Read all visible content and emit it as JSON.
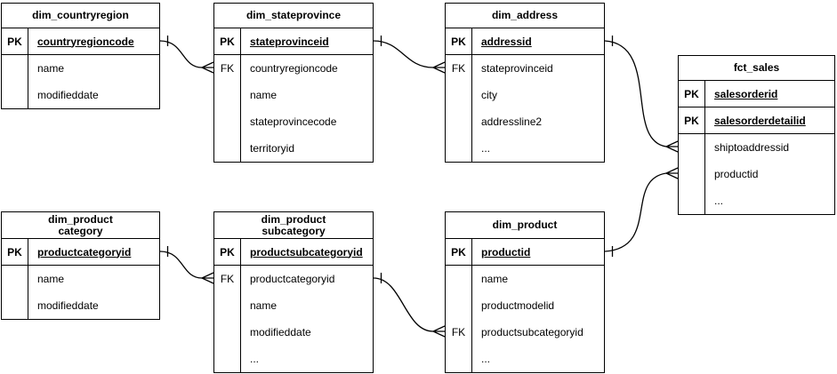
{
  "diagram": {
    "type": "entity-relationship",
    "notation": "crows-foot",
    "colors": {
      "background": "#ffffff",
      "stroke": "#000000",
      "text": "#000000"
    }
  },
  "tables": {
    "dim_countryregion": {
      "title": "dim_countryregion",
      "pk_rows": [
        {
          "key": "PK",
          "name": "countryregioncode"
        }
      ],
      "rows": [
        {
          "key": "",
          "name": "name"
        },
        {
          "key": "",
          "name": "modifieddate"
        }
      ]
    },
    "dim_stateprovince": {
      "title": "dim_stateprovince",
      "pk_rows": [
        {
          "key": "PK",
          "name": "stateprovinceid"
        }
      ],
      "rows": [
        {
          "key": "FK",
          "name": "countryregioncode"
        },
        {
          "key": "",
          "name": "name"
        },
        {
          "key": "",
          "name": "stateprovincecode"
        },
        {
          "key": "",
          "name": "territoryid"
        }
      ]
    },
    "dim_address": {
      "title": "dim_address",
      "pk_rows": [
        {
          "key": "PK",
          "name": "addressid"
        }
      ],
      "rows": [
        {
          "key": "FK",
          "name": "stateprovinceid"
        },
        {
          "key": "",
          "name": "city"
        },
        {
          "key": "",
          "name": "addressline2"
        },
        {
          "key": "",
          "name": "..."
        }
      ]
    },
    "fct_sales": {
      "title": "fct_sales",
      "pk_rows": [
        {
          "key": "PK",
          "name": "salesorderid"
        },
        {
          "key": "PK",
          "name": "salesorderdetailid"
        }
      ],
      "rows": [
        {
          "key": "",
          "name": "shiptoaddressid"
        },
        {
          "key": "",
          "name": "productid"
        },
        {
          "key": "",
          "name": "..."
        }
      ]
    },
    "dim_product_category": {
      "title": "dim_product\ncategory",
      "pk_rows": [
        {
          "key": "PK",
          "name": "productcategoryid"
        }
      ],
      "rows": [
        {
          "key": "",
          "name": "name"
        },
        {
          "key": "",
          "name": "modifieddate"
        }
      ]
    },
    "dim_product_subcategory": {
      "title": "dim_product\nsubcategory",
      "pk_rows": [
        {
          "key": "PK",
          "name": "productsubcategoryid"
        }
      ],
      "rows": [
        {
          "key": "FK",
          "name": "productcategoryid"
        },
        {
          "key": "",
          "name": "name"
        },
        {
          "key": "",
          "name": "modifieddate"
        },
        {
          "key": "",
          "name": "..."
        }
      ]
    },
    "dim_product": {
      "title": "dim_product",
      "pk_rows": [
        {
          "key": "PK",
          "name": "productid"
        }
      ],
      "rows": [
        {
          "key": "",
          "name": "name"
        },
        {
          "key": "",
          "name": "productmodelid"
        },
        {
          "key": "FK",
          "name": "productsubcategoryid"
        },
        {
          "key": "",
          "name": "..."
        }
      ]
    }
  },
  "relationships": [
    {
      "from_table": "dim_countryregion",
      "from_field": "countryregioncode",
      "to_table": "dim_stateprovince",
      "to_field": "countryregioncode",
      "from_end": "one",
      "to_end": "many"
    },
    {
      "from_table": "dim_stateprovince",
      "from_field": "stateprovinceid",
      "to_table": "dim_address",
      "to_field": "stateprovinceid",
      "from_end": "one",
      "to_end": "many"
    },
    {
      "from_table": "dim_address",
      "from_field": "addressid",
      "to_table": "fct_sales",
      "to_field": "shiptoaddressid",
      "from_end": "one",
      "to_end": "many"
    },
    {
      "from_table": "dim_product",
      "from_field": "productid",
      "to_table": "fct_sales",
      "to_field": "productid",
      "from_end": "one",
      "to_end": "many"
    },
    {
      "from_table": "dim_product_category",
      "from_field": "productcategoryid",
      "to_table": "dim_product_subcategory",
      "to_field": "productcategoryid",
      "from_end": "one",
      "to_end": "many"
    },
    {
      "from_table": "dim_product_subcategory",
      "from_field": "productsubcategoryid",
      "to_table": "dim_product",
      "to_field": "productsubcategoryid",
      "from_end": "one",
      "to_end": "many"
    }
  ]
}
